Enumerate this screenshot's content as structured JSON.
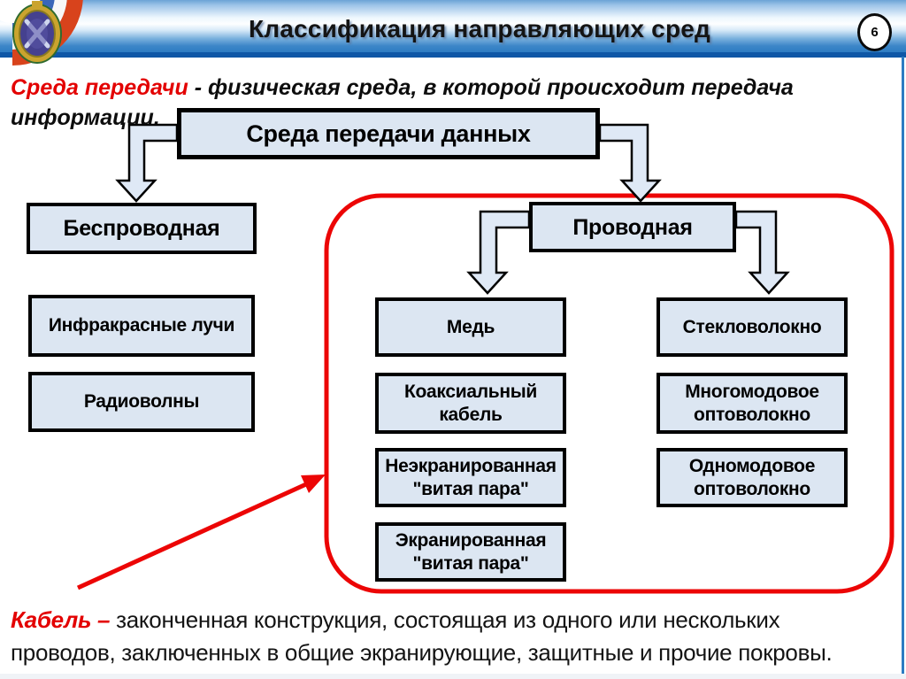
{
  "header": {
    "title": "Классификация направляющих сред",
    "page_number": "6"
  },
  "definition": {
    "term": "Среда передачи",
    "line1_rest": " - физическая среда, в которой происходит передача",
    "line2": "информации."
  },
  "diagram": {
    "root_label": "Среда передачи данных",
    "wireless_label": "Беспроводная",
    "infrared_label": "Инфракрасные лучи",
    "radio_label": "Радиоволны",
    "wired_label": "Проводная",
    "copper_label": "Медь",
    "fiber_label": "Стекловолокно",
    "coax_label": "Коаксиальный кабель",
    "utp_label": "Неэкранированная \"витая пара\"",
    "stp_label": "Экранированная \"витая пара\"",
    "multimode_label": "Многомодовое оптоволокно",
    "singlemode_label": "Одномодовое оптоволокно"
  },
  "footnote": {
    "term": "Кабель –",
    "line1_rest": " законченная конструкция, состоящая из одного или нескольких",
    "line2": "проводов, заключенных в общие экранирующие, защитные и прочие покровы."
  },
  "colors": {
    "accent_red": "#e30000",
    "box_fill": "#dce6f2",
    "header_blue": "#2e7cc2",
    "header_navy": "#0f57a6"
  }
}
